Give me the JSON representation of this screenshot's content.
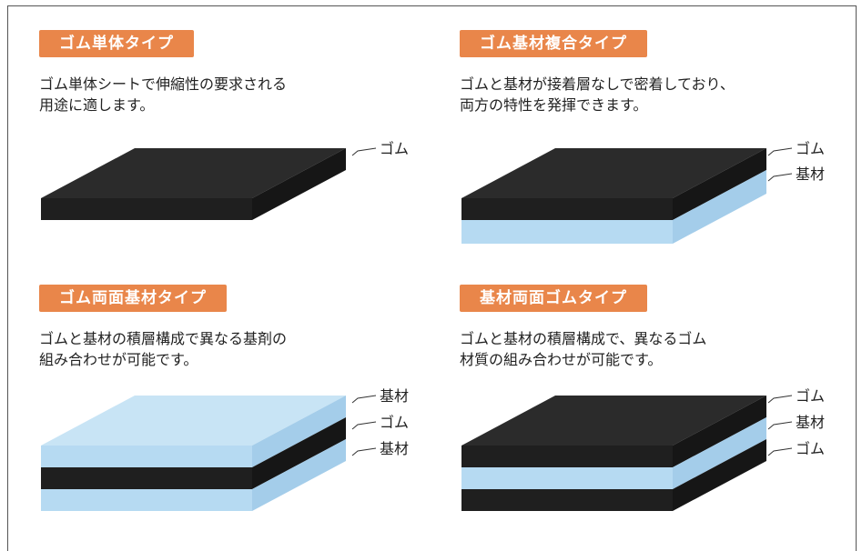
{
  "colors": {
    "badge": "#e9864a",
    "rubber_top": "#2b2b2b",
    "rubber_front": "#1f1f1f",
    "rubber_side": "#161616",
    "base_top": "#c8e4f5",
    "base_front": "#b6daf2",
    "base_side": "#a4cdea"
  },
  "panels": [
    {
      "title": "ゴム単体タイプ",
      "description": "ゴム単体シートで伸縮性の要求される\n用途に適します。",
      "layers": [
        "ゴム"
      ]
    },
    {
      "title": "ゴム基材複合タイプ",
      "description": "ゴムと基材が接着層なしで密着しており、\n両方の特性を発揮できます。",
      "layers": [
        "ゴム",
        "基材"
      ]
    },
    {
      "title": "ゴム両面基材タイプ",
      "description": "ゴムと基材の積層構成で異なる基剤の\n組み合わせが可能です。",
      "layers": [
        "基材",
        "ゴム",
        "基材"
      ]
    },
    {
      "title": "基材両面ゴムタイプ",
      "description": "ゴムと基材の積層構成で、異なるゴム\n材質の組み合わせが可能です。",
      "layers": [
        "ゴム",
        "基材",
        "ゴム"
      ]
    }
  ]
}
